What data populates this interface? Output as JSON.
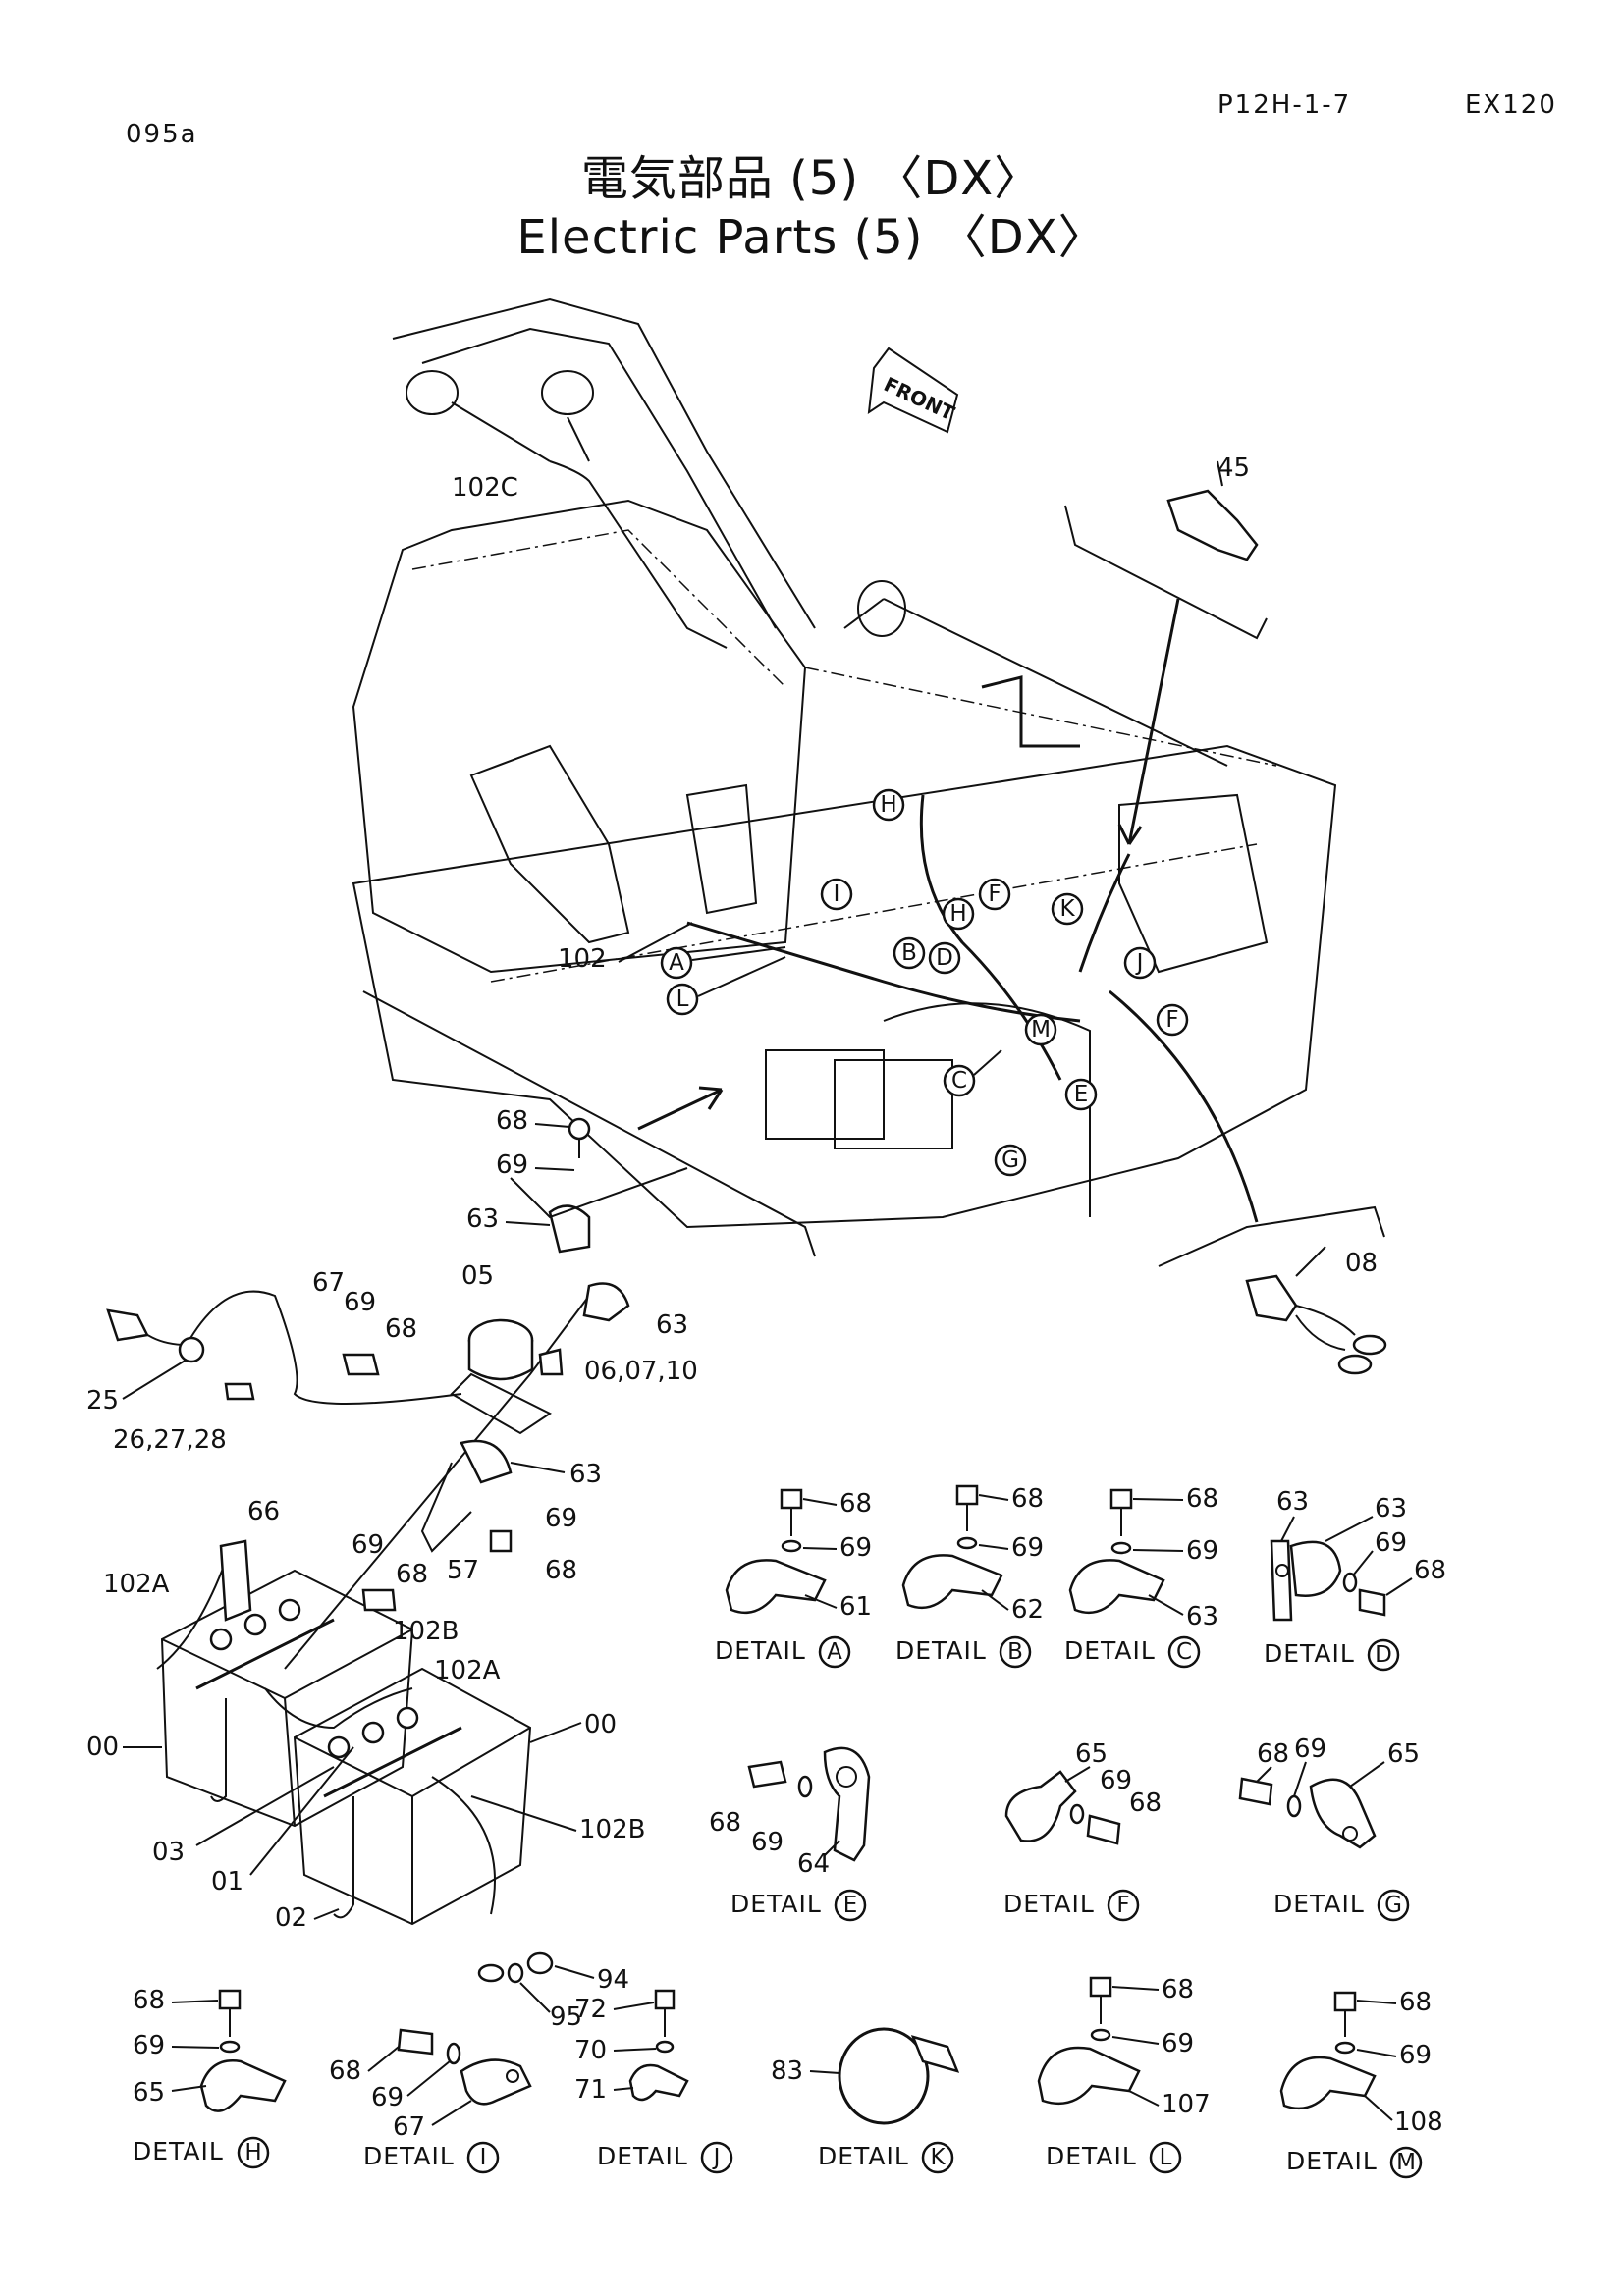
{
  "header": {
    "page_code": "095a",
    "ref": "P12H-1-7",
    "model": "EX120"
  },
  "title": {
    "jp": "電気部品 (5) 〈DX〉",
    "en": "Electric Parts (5) 〈DX〉"
  },
  "front_label": "FRONT",
  "callouts": {
    "c102c": "102C",
    "c45": "45",
    "c102": "102",
    "c08": "08",
    "c68a": "68",
    "c69a": "69",
    "c63a": "63",
    "c67": "67",
    "c69b": "69",
    "c68b": "68",
    "c05": "05",
    "c63b": "63",
    "c060710": "06,07,10",
    "c25": "25",
    "c262728": "26,27,28",
    "c63c": "63",
    "c69c": "69",
    "c57": "57",
    "c68c": "68",
    "c66": "66",
    "c69d": "69",
    "c68d": "68",
    "c102a1": "102A",
    "c102b1": "102B",
    "c102a2": "102A",
    "c00a": "00",
    "c00b": "00",
    "c102b2": "102B",
    "c03": "03",
    "c01": "01",
    "c02": "02",
    "c94": "94",
    "c95": "95"
  },
  "zone_letters": [
    "H",
    "I",
    "H",
    "F",
    "K",
    "A",
    "B",
    "D",
    "L",
    "J",
    "M",
    "C",
    "F",
    "E",
    "G"
  ],
  "details": [
    {
      "letter": "A",
      "caption": "DETAIL",
      "parts": [
        "68",
        "69",
        "61"
      ]
    },
    {
      "letter": "B",
      "caption": "DETAIL",
      "parts": [
        "68",
        "69",
        "62"
      ]
    },
    {
      "letter": "C",
      "caption": "DETAIL",
      "parts": [
        "68",
        "69",
        "63"
      ]
    },
    {
      "letter": "D",
      "caption": "DETAIL",
      "parts": [
        "63",
        "63",
        "69",
        "68"
      ]
    },
    {
      "letter": "E",
      "caption": "DETAIL",
      "parts": [
        "68",
        "69",
        "64"
      ]
    },
    {
      "letter": "F",
      "caption": "DETAIL",
      "parts": [
        "65",
        "69",
        "68"
      ]
    },
    {
      "letter": "G",
      "caption": "DETAIL",
      "parts": [
        "68",
        "69",
        "65"
      ]
    },
    {
      "letter": "H",
      "caption": "DETAIL",
      "parts": [
        "68",
        "69",
        "65"
      ]
    },
    {
      "letter": "I",
      "caption": "DETAIL",
      "parts": [
        "68",
        "69",
        "67"
      ]
    },
    {
      "letter": "J",
      "caption": "DETAIL",
      "parts": [
        "72",
        "70",
        "71"
      ]
    },
    {
      "letter": "K",
      "caption": "DETAIL",
      "parts": [
        "83"
      ]
    },
    {
      "letter": "L",
      "caption": "DETAIL",
      "parts": [
        "68",
        "69",
        "107"
      ]
    },
    {
      "letter": "M",
      "caption": "DETAIL",
      "parts": [
        "68",
        "69",
        "108"
      ]
    }
  ]
}
